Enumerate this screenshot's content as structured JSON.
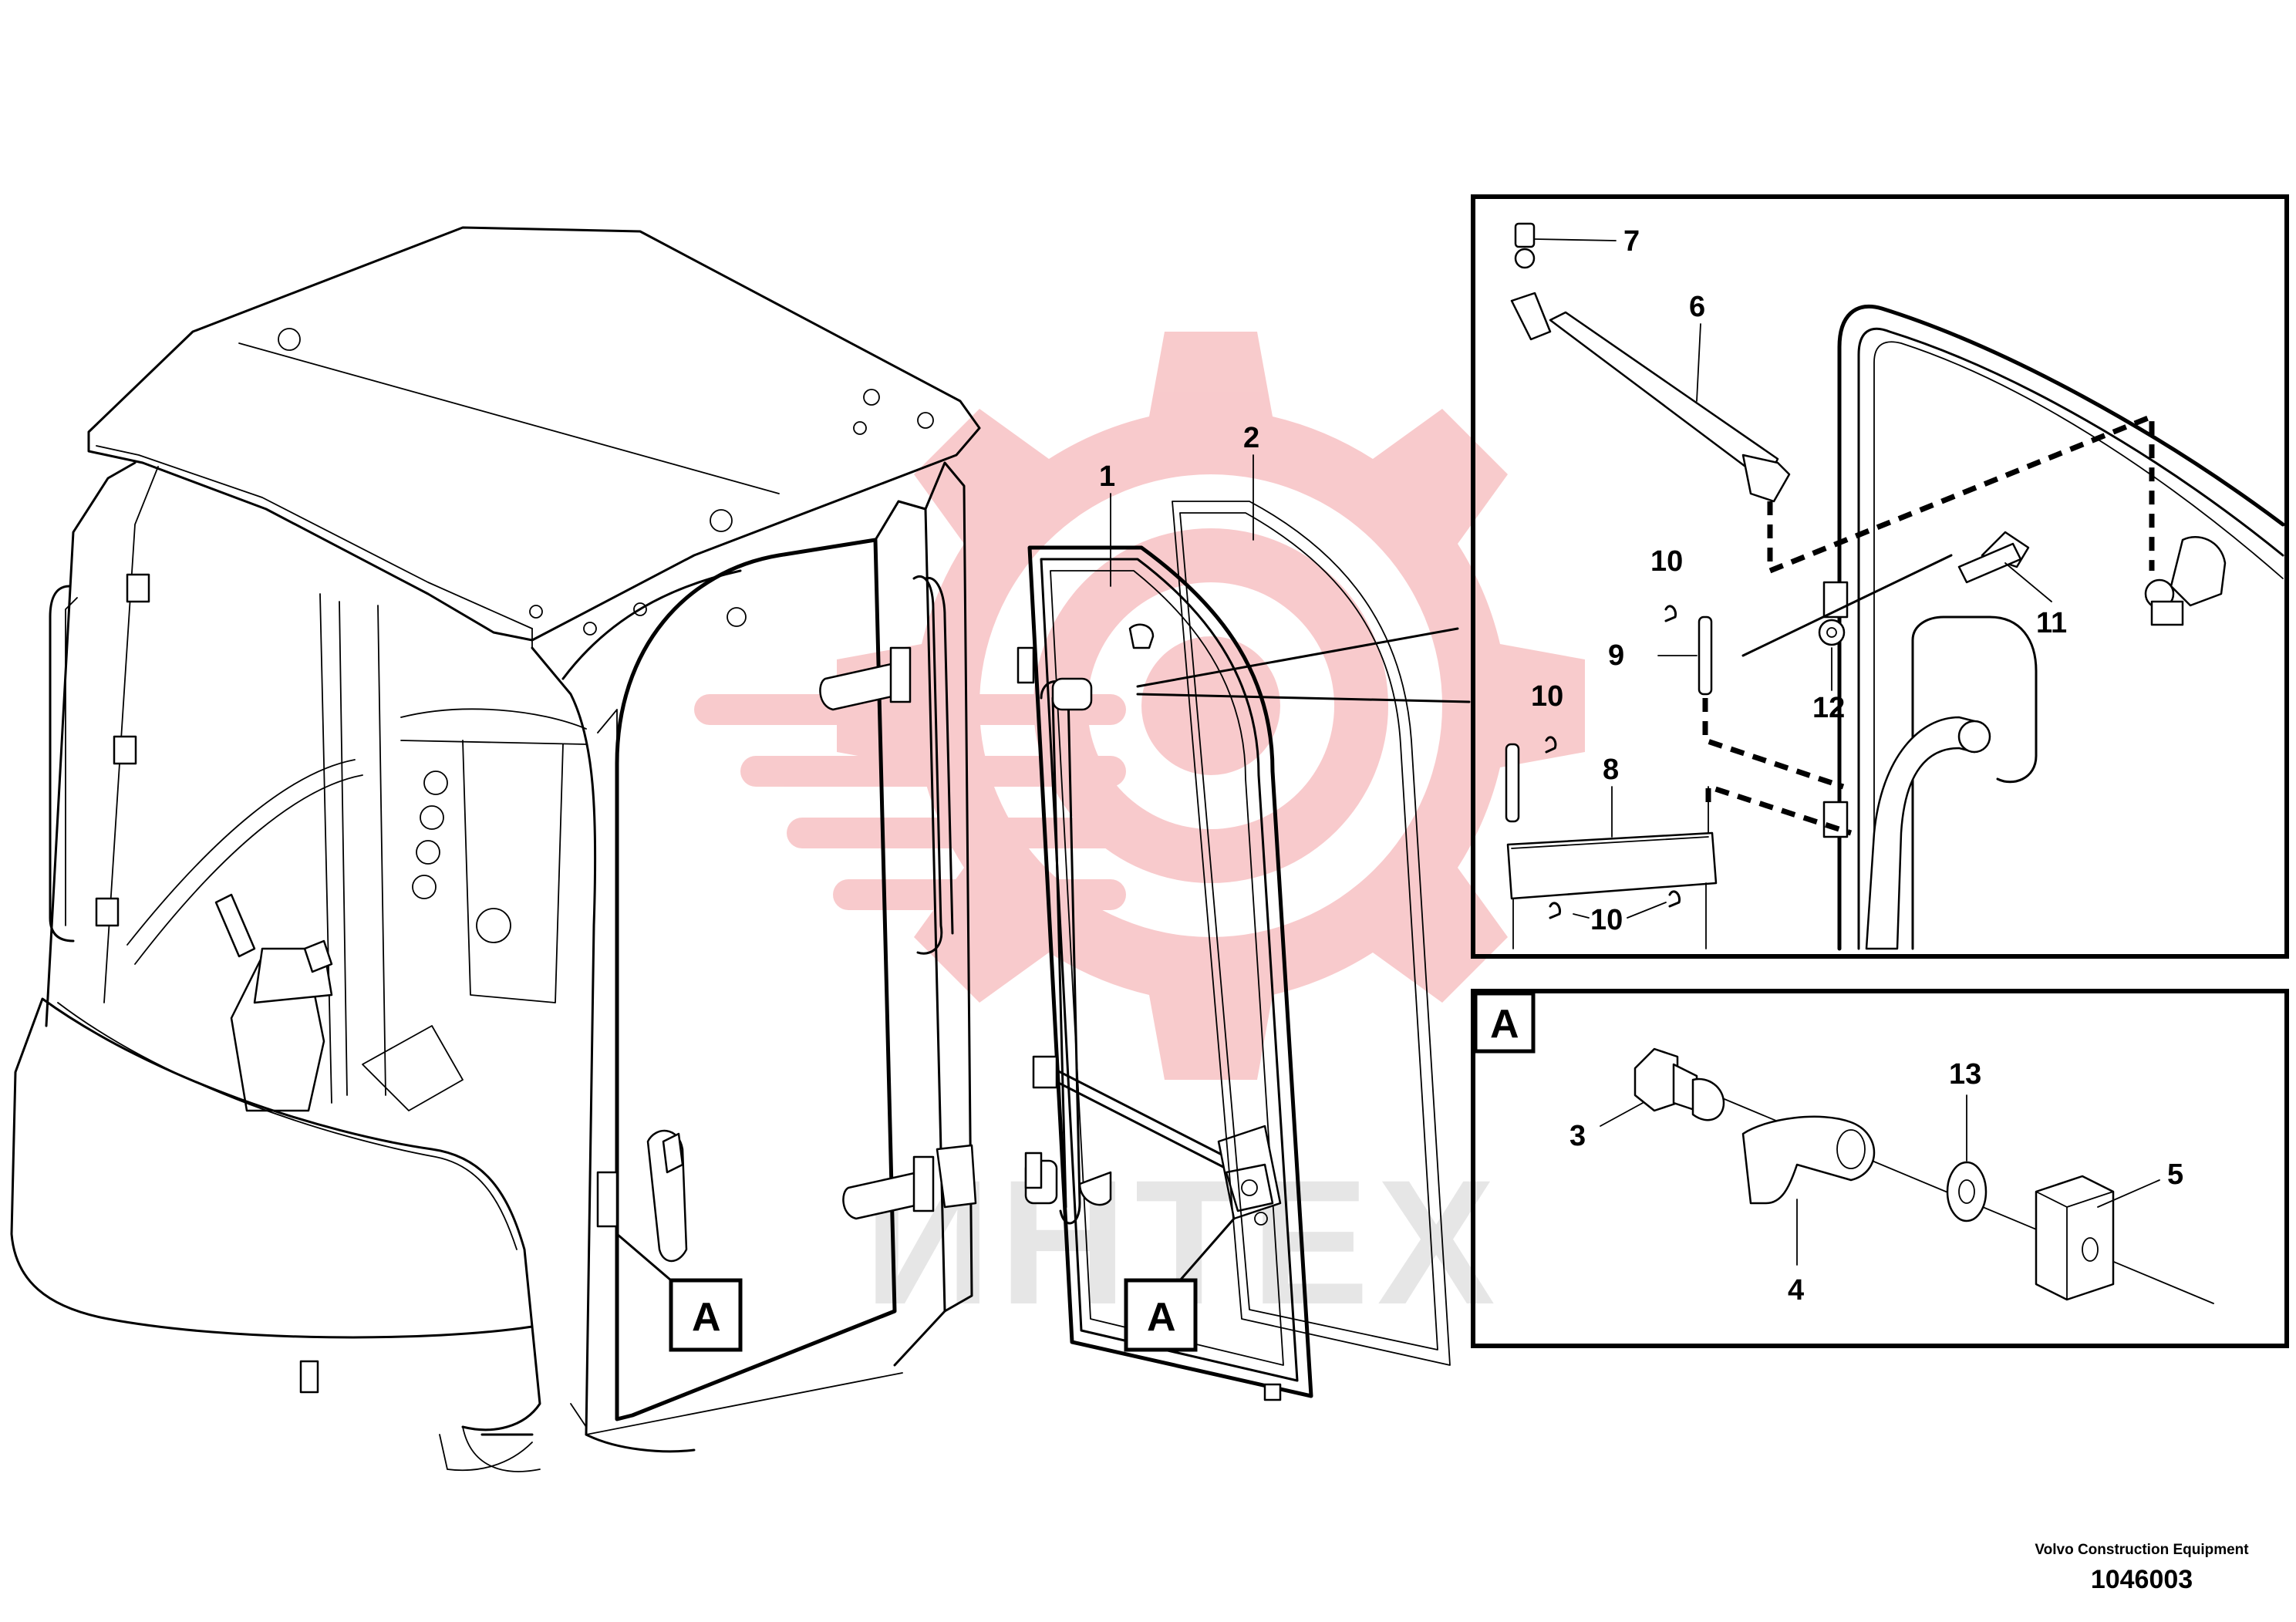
{
  "callouts": {
    "c1": "1",
    "c2": "2",
    "c3": "3",
    "c4": "4",
    "c5": "5",
    "c6": "6",
    "c7": "7",
    "c8": "8",
    "c9": "9",
    "c10a": "10",
    "c10b": "10",
    "c10c": "10",
    "c11": "11",
    "c12": "12",
    "c13": "13"
  },
  "detail_markers": {
    "door_left": "A",
    "door_right": "A",
    "detail_box": "A"
  },
  "footer": {
    "manufacturer": "Volvo Construction Equipment",
    "drawing_number": "1046003"
  },
  "watermark": {
    "text": "ИНТЕХ",
    "logo_color": "#f3a0a3"
  }
}
